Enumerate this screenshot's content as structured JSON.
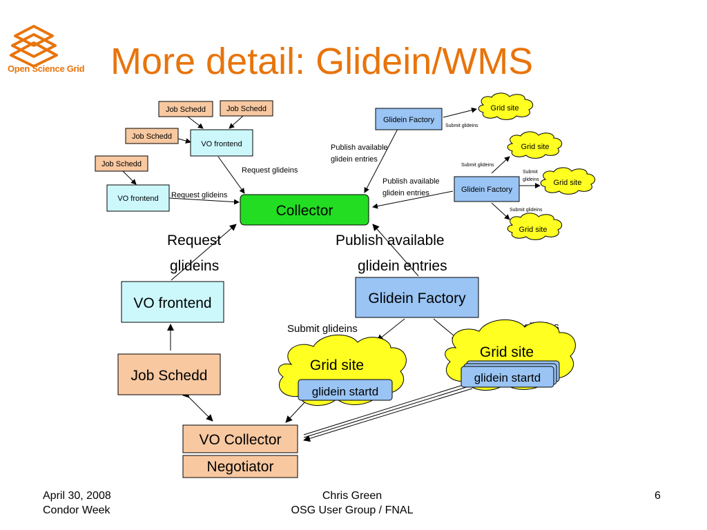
{
  "title": "More detail: Glidein/WMS",
  "logo": {
    "text": "Open Science Grid",
    "icon": "osg-layered-diamond-icon",
    "color": "#e8740c"
  },
  "colors": {
    "title": "#e8740c",
    "job_schedd": "#f8c8a0",
    "vo_frontend": "#ccf8fc",
    "collector": "#22dd22",
    "glidein_factory": "#99c4f4",
    "grid_site": "#ffff22",
    "vo_collector": "#f8c8a0"
  },
  "diagram": {
    "nodes": {
      "job_schedd_1": "Job Schedd",
      "job_schedd_2": "Job Schedd",
      "job_schedd_3": "Job Schedd",
      "job_schedd_4": "Job Schedd",
      "vo_frontend_small_1": "VO frontend",
      "vo_frontend_small_2": "VO frontend",
      "collector": "Collector",
      "glidein_factory_small_1": "Glidein Factory",
      "glidein_factory_small_2": "Glidein Factory",
      "grid_site_small_1": "Grid site",
      "grid_site_small_2": "Grid site",
      "grid_site_small_3": "Grid site",
      "grid_site_small_4": "Grid site",
      "vo_frontend_large": "VO frontend",
      "job_schedd_large": "Job Schedd",
      "glidein_factory_large": "Glidein Factory",
      "grid_site_large_1": "Grid site",
      "grid_site_large_2": "Grid site",
      "glidein_startd_1": "glidein startd",
      "glidein_startd_2": "glidein startd",
      "vo_collector": "VO Collector",
      "negotiator": "Negotiator"
    },
    "labels": {
      "request_glideins_small_1": "Request glideins",
      "request_glideins_small_2": "Request glideins",
      "publish_small_1_line1": "Publish available",
      "publish_small_1_line2": "glidein entries",
      "publish_small_2_line1": "Publish available",
      "publish_small_2_line2": "glidein entries",
      "submit_glideins_small_1": "Submit glideins",
      "submit_glideins_small_2": "Submit glideins",
      "submit_glideins_small_3_line1": "Submit",
      "submit_glideins_small_3_line2": "glideins",
      "submit_glideins_small_4": "Submit glideins",
      "request_glideins_large_line1": "Request",
      "request_glideins_large_line2": "glideins",
      "publish_large_line1": "Publish available",
      "publish_large_line2": "glidein entries",
      "submit_glideins_large_1": "Submit glideins",
      "submit_glideins_large_2": "Submit glideins"
    }
  },
  "footer": {
    "date": "April 30, 2008",
    "event": "Condor Week",
    "author": "Chris Green",
    "organization": "OSG User Group / FNAL",
    "page_number": "6"
  }
}
